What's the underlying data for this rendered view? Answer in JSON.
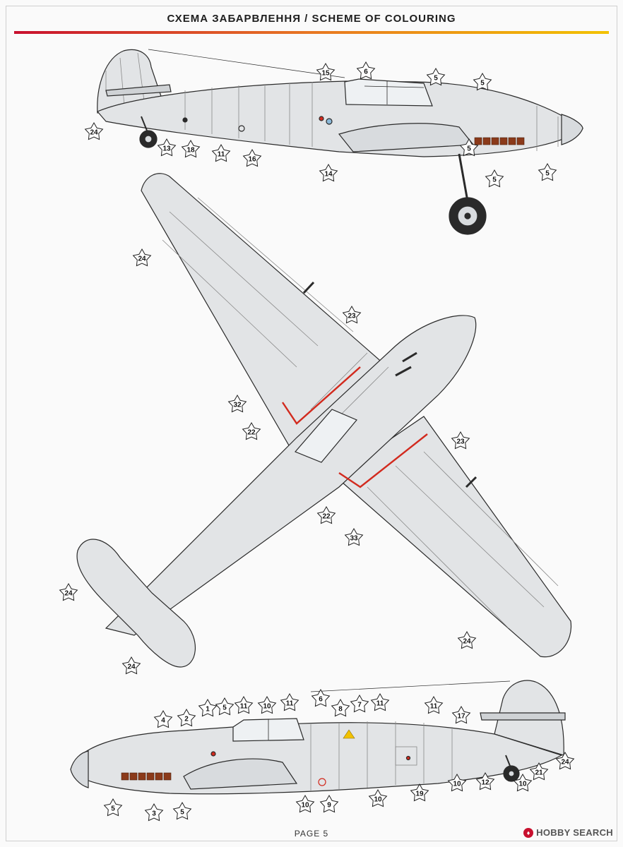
{
  "header": {
    "title": "СХЕМА ЗАБАРВЛЕННЯ / SCHEME OF COLOURING"
  },
  "footer": {
    "page_label": "PAGE 5"
  },
  "watermark": {
    "text": "HOBBY SEARCH"
  },
  "colors": {
    "aircraft_grey": "#e2e4e6",
    "outline": "#2a2a2a",
    "panel_lines": "#8a8a8a",
    "walkway_red": "#d22a1e",
    "exhaust_brown": "#8b3a1a",
    "accent_red": "#c8102e",
    "accent_orange": "#e87722",
    "accent_yellow": "#f2c200"
  },
  "views": [
    {
      "name": "left-side-view",
      "callouts": [
        "24",
        "13",
        "18",
        "11",
        "16",
        "15",
        "14",
        "6",
        "5",
        "5",
        "5",
        "5",
        "5"
      ]
    },
    {
      "name": "top-view",
      "callouts": [
        "24",
        "23",
        "32",
        "22",
        "23",
        "22",
        "33",
        "24",
        "24",
        "24"
      ]
    },
    {
      "name": "right-side-view",
      "callouts": [
        "4",
        "2",
        "1",
        "5",
        "11",
        "10",
        "11",
        "6",
        "8",
        "7",
        "11",
        "11",
        "17",
        "24",
        "21",
        "10",
        "12",
        "10",
        "19",
        "10",
        "9",
        "10",
        "5",
        "3",
        "5"
      ]
    }
  ]
}
